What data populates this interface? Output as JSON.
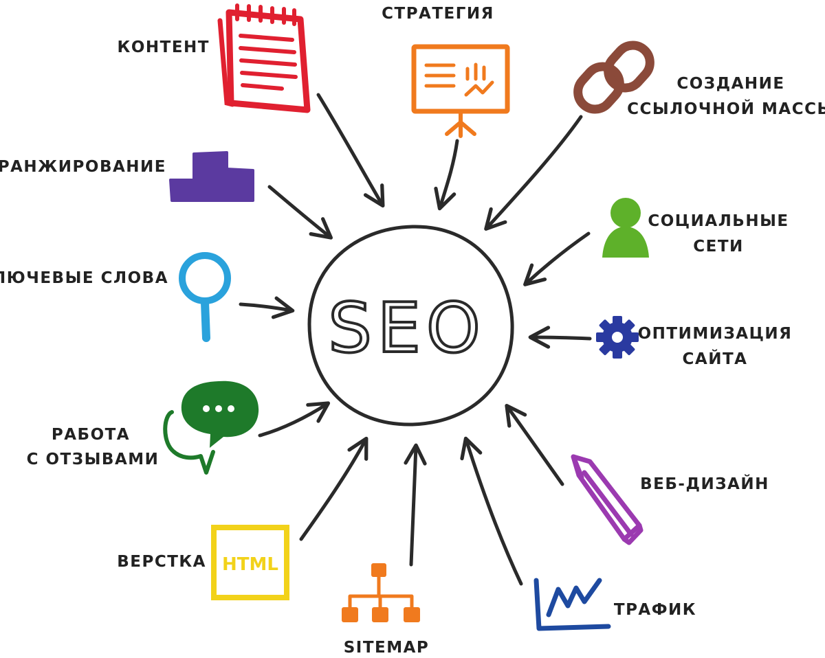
{
  "center": {
    "label": "SEO"
  },
  "nodes": {
    "content": {
      "label": "КОНТЕНТ",
      "icon": "notepad-icon",
      "color": "#e02030"
    },
    "strategy": {
      "label": "СТРАТЕГИЯ",
      "icon": "presentation-board-icon",
      "color": "#f07a1e"
    },
    "link_building": {
      "label_lines": [
        "СОЗДАНИЕ",
        "ССЫЛОЧНОЙ МАССЫ"
      ],
      "icon": "chain-link-icon",
      "color": "#8b4a3a"
    },
    "ranking": {
      "label": "РАНЖИРОВАНИЕ",
      "icon": "podium-icon",
      "color": "#5b3aa0"
    },
    "social": {
      "label_lines": [
        "СОЦИАЛЬНЫЕ",
        "СЕТИ"
      ],
      "icon": "person-icon",
      "color": "#5eb12a"
    },
    "keywords": {
      "label": "КЛЮЧЕВЫЕ СЛОВА",
      "icon": "magnifier-icon",
      "color": "#2aa2dc"
    },
    "optimization": {
      "label_lines": [
        "ОПТИМИЗАЦИЯ",
        "САЙТА"
      ],
      "icon": "gear-icon",
      "color": "#2a3aa0"
    },
    "reviews": {
      "label_lines": [
        "РАБОТА",
        "С ОТЗЫВАМИ"
      ],
      "icon": "speech-bubbles-icon",
      "color": "#1e7a2a"
    },
    "webdesign": {
      "label": "ВЕБ-ДИЗАЙН",
      "icon": "pencil-icon",
      "color": "#9b3ab0"
    },
    "markup": {
      "label": "ВЕРСТКА",
      "icon": "html-icon",
      "icon_text": "HTML",
      "color": "#f2d21a"
    },
    "sitemap": {
      "label": "SITEMAP",
      "icon": "sitemap-icon",
      "color": "#f07a1e"
    },
    "traffic": {
      "label": "ТРАФИК",
      "icon": "traffic-chart-icon",
      "color": "#1e4aa0"
    }
  }
}
